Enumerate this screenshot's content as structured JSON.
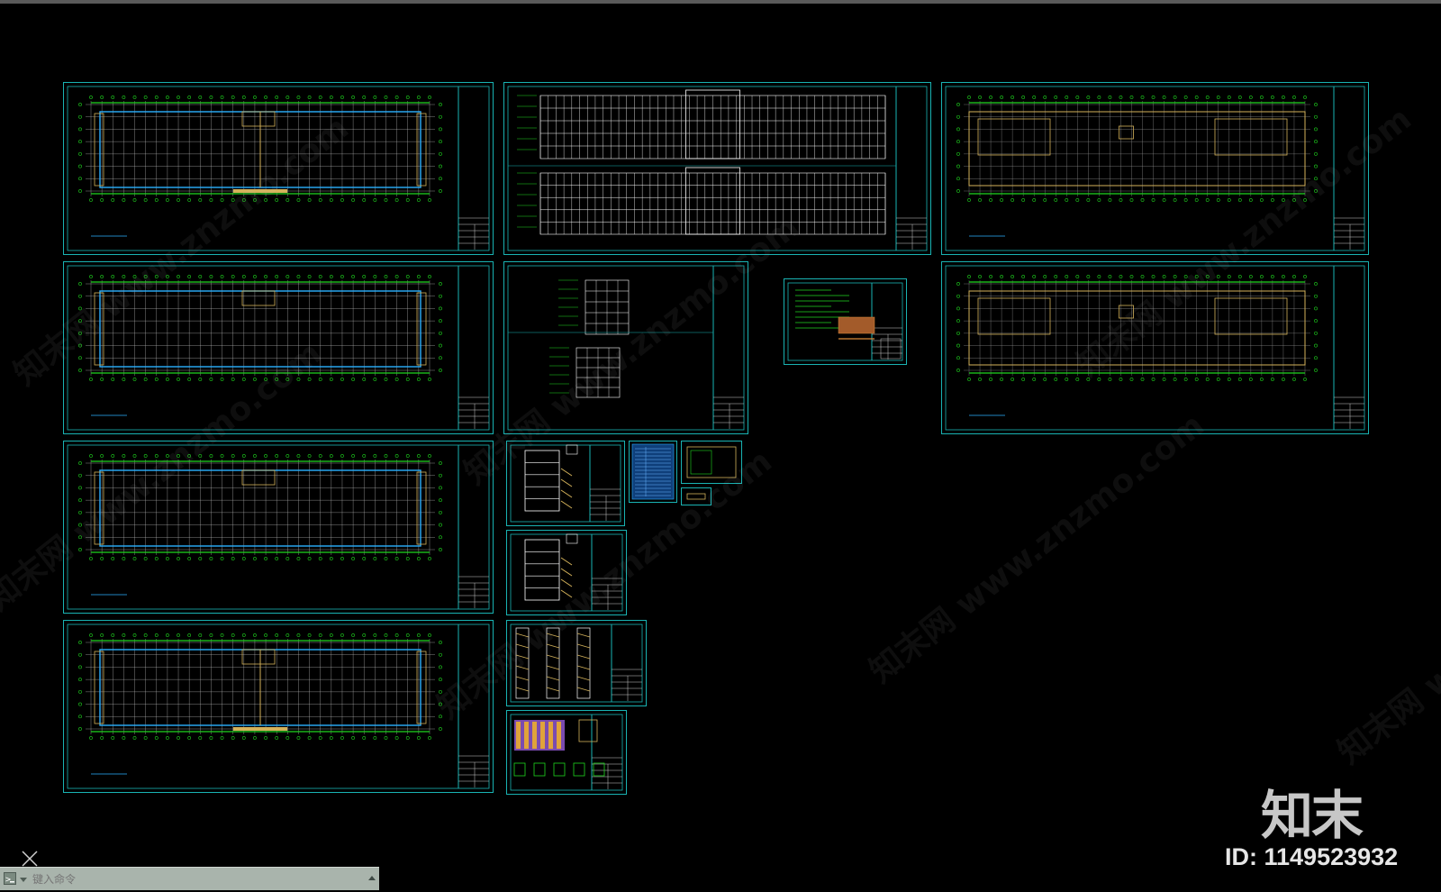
{
  "command_line": {
    "placeholder": "键入命令"
  },
  "brand": {
    "logo_text": "知末",
    "id_label": "ID: 1149523932"
  },
  "watermark": {
    "text": "知末网 www.znzmo.com"
  },
  "colors": {
    "background": "#000000",
    "sheet_border": "#19b3b3",
    "grid": "#1fd61f",
    "wall": "#2ab0ff",
    "accent": "#d4b25a",
    "white_lines": "#ffffff",
    "command_bar": "#a9b4ac"
  },
  "sheets": [
    {
      "name": "sheet-first-floor-plan",
      "type": "plan",
      "variant": "mixed"
    },
    {
      "name": "sheet-front-rear-elevations",
      "type": "elevation"
    },
    {
      "name": "sheet-roof-plan",
      "type": "plan",
      "variant": "roof"
    },
    {
      "name": "sheet-second-floor-plan",
      "type": "plan",
      "variant": "grid"
    },
    {
      "name": "sheet-side-elevations",
      "type": "side-elevation"
    },
    {
      "name": "sheet-design-notes",
      "type": "notes"
    },
    {
      "name": "sheet-top-floor-plan",
      "type": "plan",
      "variant": "roof"
    },
    {
      "name": "sheet-third-floor-plan",
      "type": "plan",
      "variant": "grid"
    },
    {
      "name": "sheet-section-1",
      "type": "section"
    },
    {
      "name": "sheet-door-window-schedule",
      "type": "schedule"
    },
    {
      "name": "sheet-stair-detail",
      "type": "detail"
    },
    {
      "name": "sheet-fourth-floor-plan",
      "type": "plan",
      "variant": "mixed"
    },
    {
      "name": "sheet-section-2",
      "type": "section"
    },
    {
      "name": "sheet-wall-details",
      "type": "wall-detail"
    },
    {
      "name": "sheet-toilet-details",
      "type": "color-detail"
    }
  ]
}
